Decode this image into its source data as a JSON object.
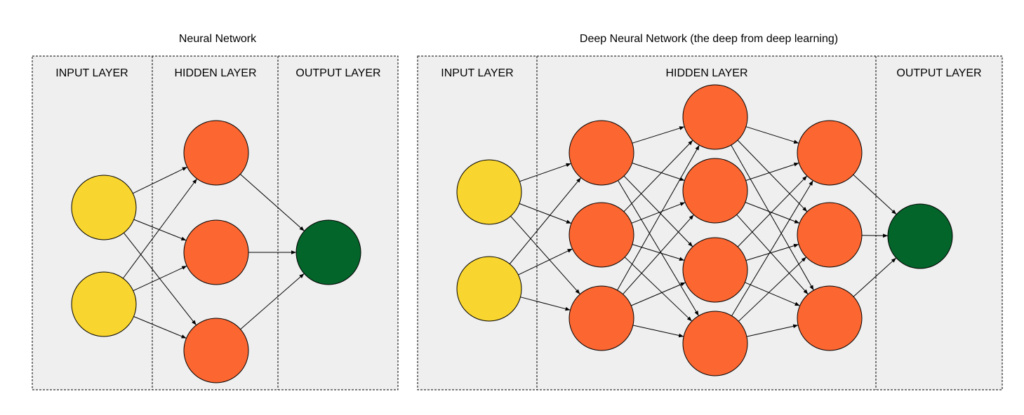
{
  "diagrams": [
    {
      "title": "Neural Network",
      "layers": [
        {
          "label": "INPUT LAYER",
          "nodes": 2,
          "role": "input"
        },
        {
          "label": "HIDDEN LAYER",
          "nodes": 3,
          "role": "hidden"
        },
        {
          "label": "OUTPUT LAYER",
          "nodes": 1,
          "role": "output"
        }
      ]
    },
    {
      "title": "Deep Neural Network (the deep from deep learning)",
      "layers": [
        {
          "label": "INPUT LAYER",
          "nodes": 2,
          "role": "input"
        },
        {
          "label": "HIDDEN LAYER",
          "hidden_columns": [
            3,
            4,
            3
          ],
          "role": "hidden"
        },
        {
          "label": "OUTPUT LAYER",
          "nodes": 1,
          "role": "output"
        }
      ]
    }
  ],
  "colors": {
    "input_node": "#f9d52f",
    "hidden_node": "#fb6631",
    "output_node": "#03652a",
    "section_fill": "#efefef"
  }
}
